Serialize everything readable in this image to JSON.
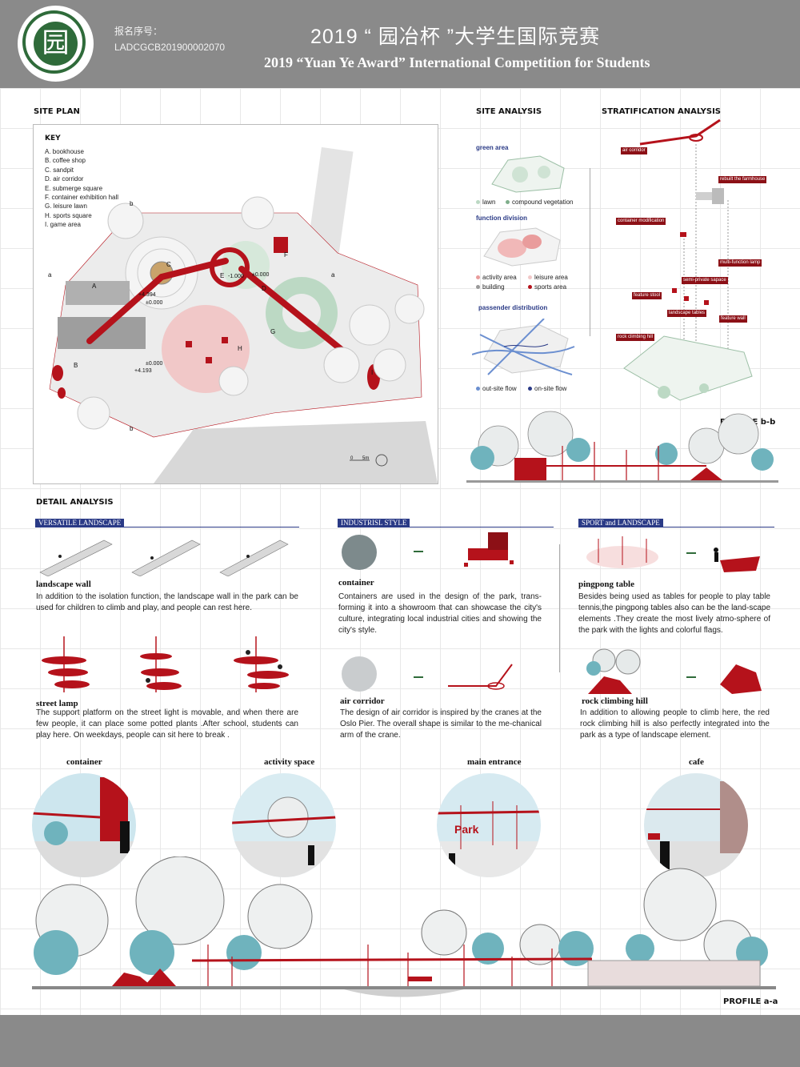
{
  "header": {
    "reg_label": "报名序号：",
    "reg_number": "LADCGCB201900002070",
    "title_cn": "2019 “ 园冶杯 ”大学生国际竞赛",
    "title_en": "2019 “Yuan Ye Award” International Competition for  Students"
  },
  "site_plan": {
    "heading": "SITE PLAN",
    "key_title": "KEY",
    "key_items": [
      "A. bookhouse",
      "B.  coffee shop",
      "C.  sandpit",
      "D.  air corridor",
      "E.  submerge square",
      "F.  container exhibition hall",
      "G.  leisure lawn",
      "H.  sports square",
      "I.  game area"
    ],
    "letters": [
      "A",
      "B",
      "C",
      "D",
      "E",
      "F",
      "G",
      "H",
      "I"
    ],
    "section_marks": [
      "a",
      "a",
      "b",
      "b"
    ],
    "levels": [
      "+4.394",
      "±0.000",
      "-1.000",
      "±0.000",
      "±0.000",
      "+4.193"
    ],
    "scale": "5m",
    "scale_zero": "0"
  },
  "site_analysis": {
    "heading": "SITE ANALYSIS",
    "green_area": "green area",
    "lawn": "lawn",
    "compound": "compound vegetation",
    "function_division": "function division",
    "activity": "activity area",
    "leisure": "leisure area",
    "building": "building",
    "sports": "sports area",
    "passenger": "passender distribution",
    "out_flow": "out-site flow",
    "on_flow": "on-site flow"
  },
  "stratification": {
    "heading": "STRATIFICATION ANALYSIS",
    "labels": [
      "air corridor",
      "rebuilt the farmhouse",
      "container modification",
      "multi-function lamp",
      "semi-private sapace",
      "feature stool",
      "landscape tables",
      "feature wall",
      "rock climbing hill"
    ]
  },
  "profile_bb": "PROFILE b-b",
  "detail": {
    "heading": "DETAIL ANALYSIS",
    "tags": [
      "VERSATILE LANDSCAPE",
      "INDUSTRISL STYLE",
      "SPORT and LANDSCAPE"
    ],
    "items": [
      {
        "title": "landscape wall",
        "text": "In addition to the isolation function, the landscape wall in the park can be used for children to climb and play, and people can rest here."
      },
      {
        "title": "street lamp",
        "text": "The support platform on the street light is movable, and when there are few people, it can place some potted plants .After school, students can play here. On weekdays, people can sit here to break  ."
      },
      {
        "title": "container",
        "text": "Containers are used in the design of the park, trans-forming it into a showroom that can showcase the city's culture, integrating local industrial cities and showing the city's style."
      },
      {
        "title": "air corridor",
        "text": "The design of  air corridor is inspired by the cranes at the Oslo Pier. The overall shape is similar to the me-chanical arm of the crane."
      },
      {
        "title": "pingpong table",
        "text": "Besides being used as tables for people to play table tennis,the pingpong tables also can be the land-scape elements .They create the most lively atmo-sphere of the  park with the lights and colorful flags."
      },
      {
        "title": "rock climbing hill",
        "text": "In addition to allowing people to climb here, the red rock climbing hill is also perfectly integrated into the park as a type of landscape element."
      }
    ]
  },
  "views": [
    "container",
    "activity space",
    "main entrance",
    "cafe"
  ],
  "park_sign": "Park",
  "profile_aa": "PROFILE a-a",
  "colors": {
    "accent": "#b5121b",
    "green": "#2f6b3a",
    "navy": "#2a3a86",
    "gray": "#8a8a8a",
    "teal": "#6fb3bd"
  }
}
